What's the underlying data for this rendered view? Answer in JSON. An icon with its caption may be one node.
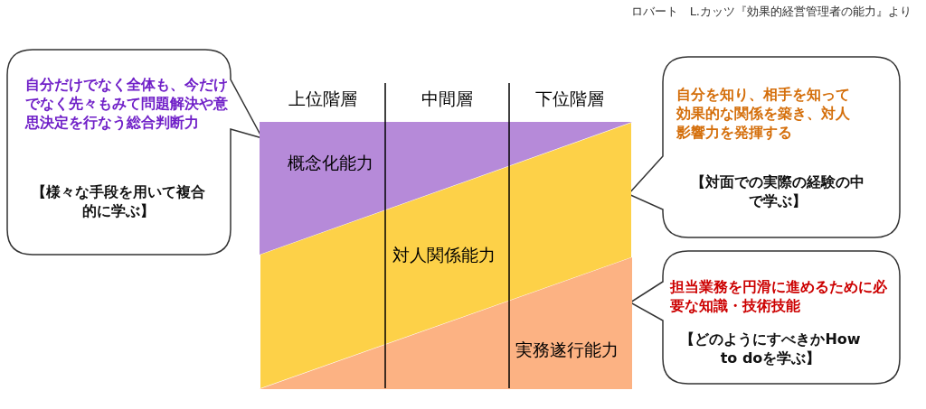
{
  "diagram": {
    "nodes": [
      {
        "text": [
          "自分だけでなく全体も、今だけでなく先々もみて問題解決や意思決定を行なう総合判断力",
          "【様々な手段を用いて複合的に学ぶ】"
        ]
      },
      {
        "text": [
          "自分を知り、相手を知って効果的な関係を築き、対人影響力を発揮する",
          "【対面での実際の経験の中で学ぶ】"
        ]
      },
      {
        "text": [
          "担当業務を円滑に進めるために必要な知識・技術技能",
          "【どのようにすべきかHow to doを学ぶ】"
        ]
      },
      {
        "text": [
          "概念化能力"
        ]
      },
      {
        "text": [
          "対人関係能力"
        ]
      },
      {
        "text": [
          "実務遂行能力"
        ]
      }
    ],
    "edges": [],
    "labels": [
      "ロバート　L.カッツ『効果的経営管理者の能力』より",
      "上位階層",
      "中間層",
      "下位階層"
    ]
  }
}
